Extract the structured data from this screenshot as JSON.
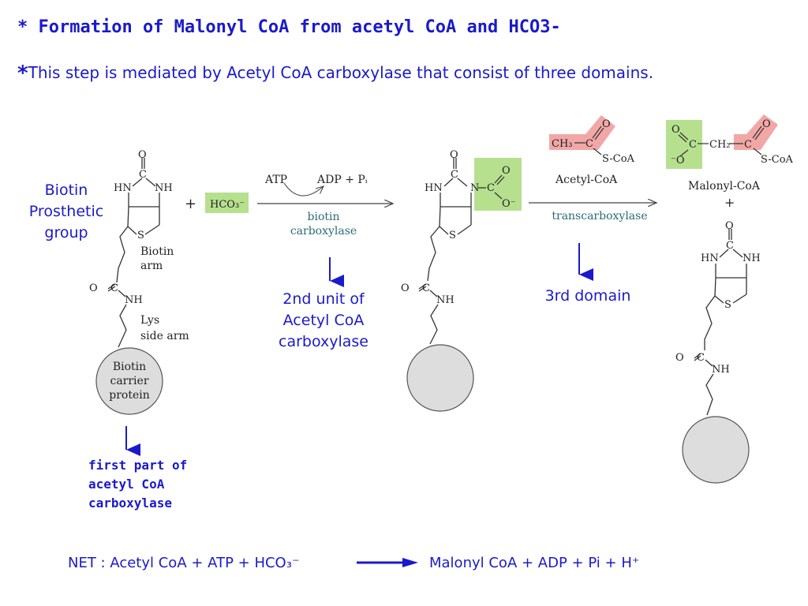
{
  "title": "* Formation of Malonyl CoA from acetyl CoA and HCO3-",
  "subtitle": {
    "star": "*",
    "text": "This step is mediated by Acetyl CoA carboxylase that consist of three domains."
  },
  "labels": {
    "biotin_prosthetic": [
      "Biotin",
      "Prosthetic",
      "group"
    ],
    "second_unit": [
      "2nd unit of",
      "Acetyl CoA",
      "carboxylase"
    ],
    "third_domain": "3rd domain",
    "first_part": [
      "first part of",
      "acetyl CoA",
      "carboxylase"
    ]
  },
  "diagram": {
    "o": "O",
    "c": "C",
    "hn": "HN",
    "nh": "NH",
    "s": "S",
    "n": "N",
    "o_minus": "O⁻",
    "minus_o": "⁻O",
    "biotin_arm": [
      "Biotin",
      "arm"
    ],
    "eq_o": "O",
    "lys_arm": [
      "Lys",
      "side arm"
    ],
    "carrier": [
      "Biotin",
      "carrier",
      "protein"
    ],
    "plus": "+",
    "hco3": "HCO₃⁻",
    "atp": "ATP",
    "adp": "ADP + Pᵢ",
    "enzyme1": [
      "biotin",
      "carboxylase"
    ],
    "ch3": "CH₃",
    "ch2": "CH₂",
    "scoa": "S-CoA",
    "acetyl_coa": "Acetyl-CoA",
    "enzyme2": "transcarboxylase",
    "malonyl_coa": "Malonyl-CoA"
  },
  "net": {
    "left": "NET : Acetyl CoA + ATP + HCO₃⁻",
    "right": "Malonyl CoA + ADP + Pi + H⁺"
  },
  "colors": {
    "text_blue": "#1a1acc",
    "highlight_green": "#b6e08e",
    "highlight_red": "#f2a7a7",
    "circle_fill": "#dddddd"
  }
}
